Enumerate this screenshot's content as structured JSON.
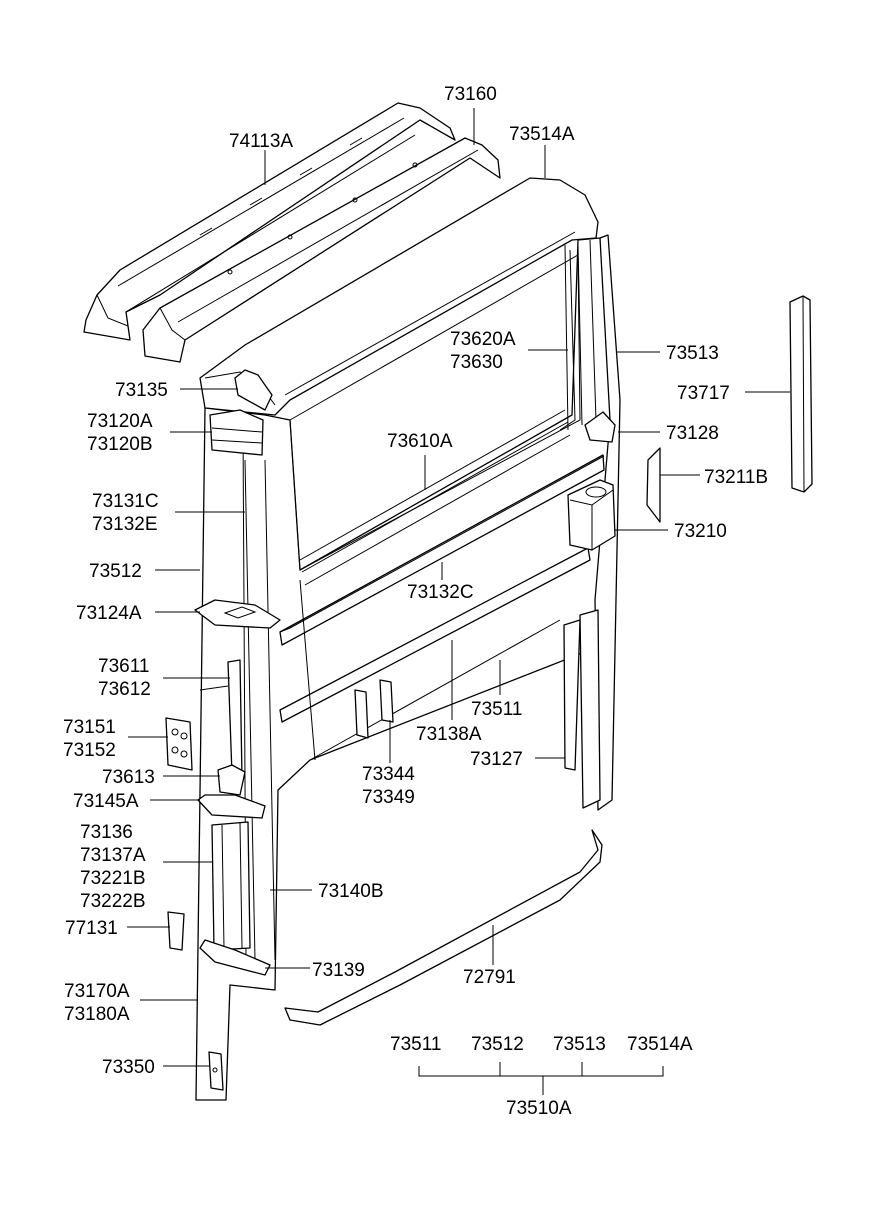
{
  "labels": {
    "p74113A": "74113A",
    "p73160": "73160",
    "p73514A": "73514A",
    "p73620A": "73620A",
    "p73630": "73630",
    "p73513": "73513",
    "p73717": "73717",
    "p73135": "73135",
    "p73120A": "73120A",
    "p73120B": "73120B",
    "p73128": "73128",
    "p73610A": "73610A",
    "p73211B": "73211B",
    "p73131C": "73131C",
    "p73132E": "73132E",
    "p73210": "73210",
    "p73512": "73512",
    "p73132C": "73132C",
    "p73124A": "73124A",
    "p73611": "73611",
    "p73612": "73612",
    "p73511": "73511",
    "p73151": "73151",
    "p73152": "73152",
    "p73138A": "73138A",
    "p73127": "73127",
    "p73613": "73613",
    "p73344": "73344",
    "p73349": "73349",
    "p73145A": "73145A",
    "p73136": "73136",
    "p73137A": "73137A",
    "p73221B": "73221B",
    "p73222B": "73222B",
    "p73140B": "73140B",
    "p77131": "77131",
    "p73139": "73139",
    "p72791": "72791",
    "p73170A": "73170A",
    "p73180A": "73180A",
    "p73350": "73350"
  },
  "assembly": {
    "parent": "73510A",
    "children": [
      "73511",
      "73512",
      "73513",
      "73514A"
    ]
  }
}
